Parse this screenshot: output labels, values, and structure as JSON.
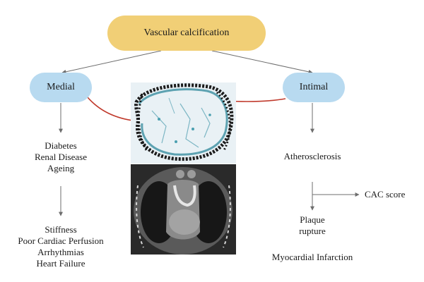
{
  "diagram": {
    "root": {
      "label": "Vascular calcification",
      "fill": "#f1cf76"
    },
    "medial": {
      "label": "Medial",
      "fill": "#b8daf0",
      "causes": [
        "Diabetes",
        "Renal Disease",
        "Ageing"
      ],
      "outcomes": [
        "Stiffness",
        "Poor Cardiac Perfusion",
        "Arrhythmias",
        "Heart Failure"
      ]
    },
    "intimal": {
      "label": "Intimal",
      "fill": "#b8daf0",
      "condition": "Atherosclerosis",
      "branch": "CAC score",
      "plaque": [
        "Plaque",
        "rupture"
      ],
      "outcome": "Myocardial Infarction"
    },
    "arrow_color": "#c0392b",
    "line_color": "#6d6d6d"
  }
}
